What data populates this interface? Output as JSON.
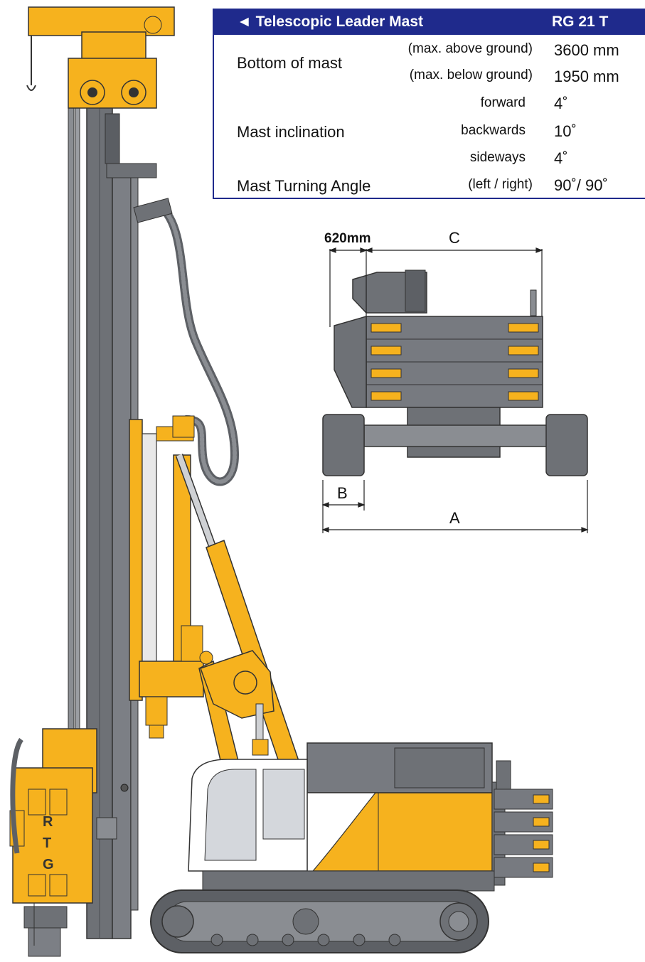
{
  "spec_table": {
    "title": "◄ Telescopic Leader Mast",
    "model": "RG 21 T",
    "rows": [
      {
        "label": "Bottom of mast",
        "condition": "(max. above ground)",
        "value": "3600 mm"
      },
      {
        "label": "",
        "condition": "(max. below ground)",
        "value": "1950 mm"
      },
      {
        "label": "",
        "condition": "forward",
        "value": "4˚"
      },
      {
        "label": "Mast inclination",
        "condition": "backwards",
        "value": "10˚"
      },
      {
        "label": "",
        "condition": "sideways",
        "value": "4˚"
      },
      {
        "label": "Mast Turning Angle",
        "condition": "(left / right)",
        "value": "90˚/ 90˚"
      }
    ]
  },
  "dimensions": {
    "offset": "620mm",
    "c": "C",
    "b": "B",
    "a": "A"
  },
  "colors": {
    "mast_gray": "#6e7176",
    "body_gray": "#777a80",
    "yellow": "#f6b21e",
    "track_gray": "#5d6065",
    "header_blue": "#1f2a8c"
  },
  "logo_text": "RTG"
}
